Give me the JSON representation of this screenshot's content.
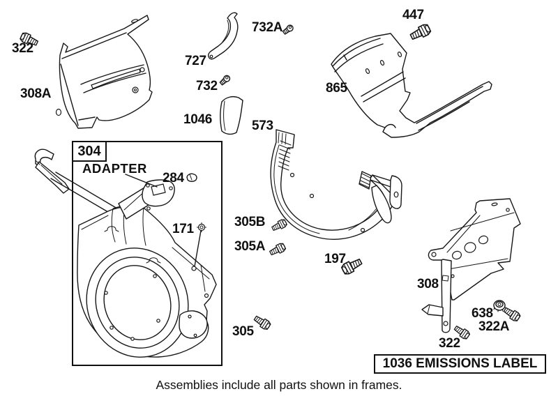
{
  "diagram": {
    "caption": "Assemblies include all parts shown in frames.",
    "assembly_frame": {
      "number": "304",
      "adapter_label": "ADAPTER"
    },
    "emissions_box": {
      "label": "1036 EMISSIONS LABEL"
    },
    "part_labels": {
      "bolt_322_top_left": "322",
      "cover_308a": "308A",
      "screw_732a": "732A",
      "bracket_727": "727",
      "screw_732": "732",
      "guard_1046": "1046",
      "bolt_447": "447",
      "shield_865": "865",
      "housing_573": "573",
      "clip_284": "284",
      "screw_171": "171",
      "screw_305b": "305B",
      "screw_305a": "305A",
      "bolt_197": "197",
      "bolt_305": "305",
      "bracket_308": "308",
      "nut_638": "638",
      "bolt_322a": "322A",
      "bolt_322_bottom": "322"
    }
  }
}
